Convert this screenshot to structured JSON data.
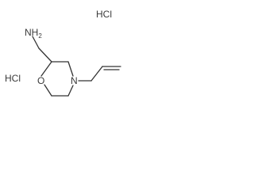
{
  "molecule": {
    "labels": {
      "amine_group": "NH",
      "amine_subscript": "2",
      "ring_oxygen": "O",
      "ring_nitrogen": "N"
    },
    "salts": [
      {
        "text": "HCl"
      },
      {
        "text": "HCl"
      }
    ]
  }
}
